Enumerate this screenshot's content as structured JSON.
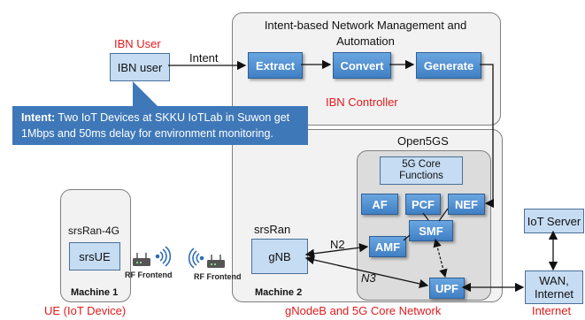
{
  "ibn_user": {
    "caption": "IBN User",
    "box_label": "IBN user",
    "arrow_label": "Intent"
  },
  "controller": {
    "title": "Intent-based Network Management and Automation",
    "caption": "IBN Controller",
    "steps": [
      "Extract",
      "Convert",
      "Generate"
    ]
  },
  "intent_note": {
    "prefix": "Intent:",
    "text": " Two IoT Devices at SKKU IoTLab in Suwon get 1Mbps and 50ms delay for environment monitoring."
  },
  "open5gs": {
    "title": "Open5GS",
    "core_functions": "5G Core Functions",
    "nf": {
      "af": "AF",
      "pcf": "PCF",
      "nef": "NEF",
      "smf": "SMF",
      "amf": "AMF",
      "upf": "UPF"
    }
  },
  "machine1": {
    "title": "srsRan-4G",
    "ue": "srsUE",
    "footer": "Machine 1",
    "caption": "UE (IoT Device)"
  },
  "machine2": {
    "title": "srsRan",
    "gnb": "gNB",
    "footer": "Machine 2",
    "caption": "gNodeB and 5G Core Network",
    "n2": "N2",
    "n3": "N3"
  },
  "rf": {
    "left": "RF Frontend",
    "right": "RF Frontend"
  },
  "internet": {
    "server": "IoT Server",
    "wan": "WAN, Internet",
    "caption": "Internet"
  },
  "colors": {
    "accent": "#3f7fc4",
    "caption_red": "#e01b1b"
  }
}
